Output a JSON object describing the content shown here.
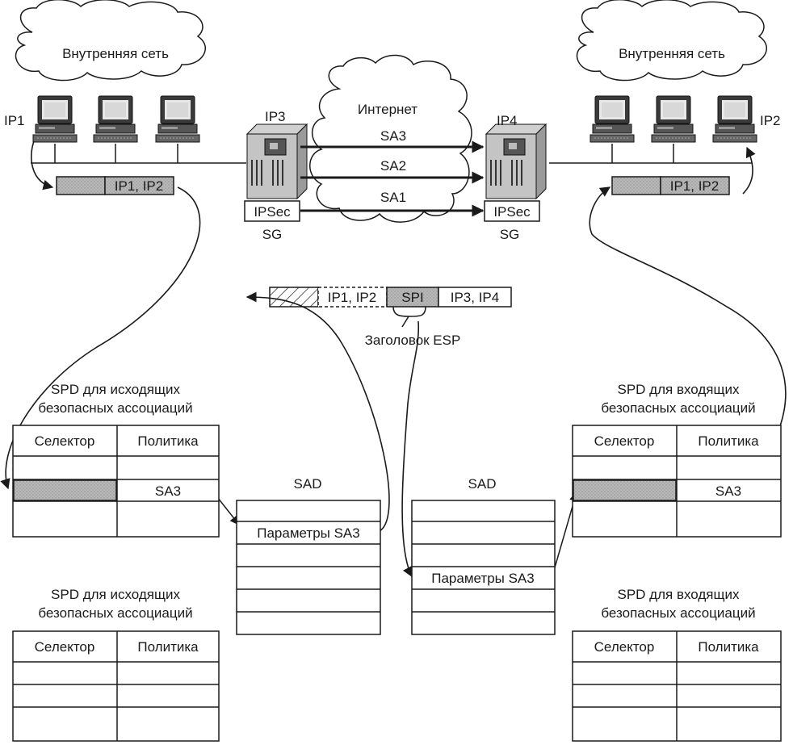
{
  "clouds": {
    "left_label": "Внутренняя сеть",
    "right_label": "Внутренняя сеть",
    "internet_label": "Интернет"
  },
  "hosts": {
    "ip1": "IP1",
    "ip2": "IP2",
    "ip3": "IP3",
    "ip4": "IP4"
  },
  "gateways": {
    "left_ipsec": "IPSec",
    "right_ipsec": "IPSec",
    "left_sg": "SG",
    "right_sg": "SG"
  },
  "tunnels": [
    "SA3",
    "SA2",
    "SA1"
  ],
  "packets": {
    "left": "IP1, IP2",
    "right": "IP1, IP2",
    "esp_inner": "IP1, IP2",
    "esp_spi": "SPI",
    "esp_outer": "IP3, IP4",
    "esp_header_label": "Заголовок ESP"
  },
  "spd_tables": [
    {
      "title_line1": "SPD для исходящих",
      "title_line2": "безопасных ассоциаций",
      "col_selector": "Селектор",
      "col_policy": "Политика",
      "policy_row": "SA3"
    },
    {
      "title_line1": "SPD для входящих",
      "title_line2": "безопасных ассоциаций",
      "col_selector": "Селектор",
      "col_policy": "Политика",
      "policy_row": "SA3"
    },
    {
      "title_line1": "SPD для исходящих",
      "title_line2": "безопасных ассоциаций",
      "col_selector": "Селектор",
      "col_policy": "Политика"
    },
    {
      "title_line1": "SPD для входящих",
      "title_line2": "безопасных ассоциаций",
      "col_selector": "Селектор",
      "col_policy": "Политика"
    }
  ],
  "sad_tables": [
    {
      "title": "SAD",
      "params": "Параметры SA3"
    },
    {
      "title": "SAD",
      "params": "Параметры SA3"
    }
  ]
}
